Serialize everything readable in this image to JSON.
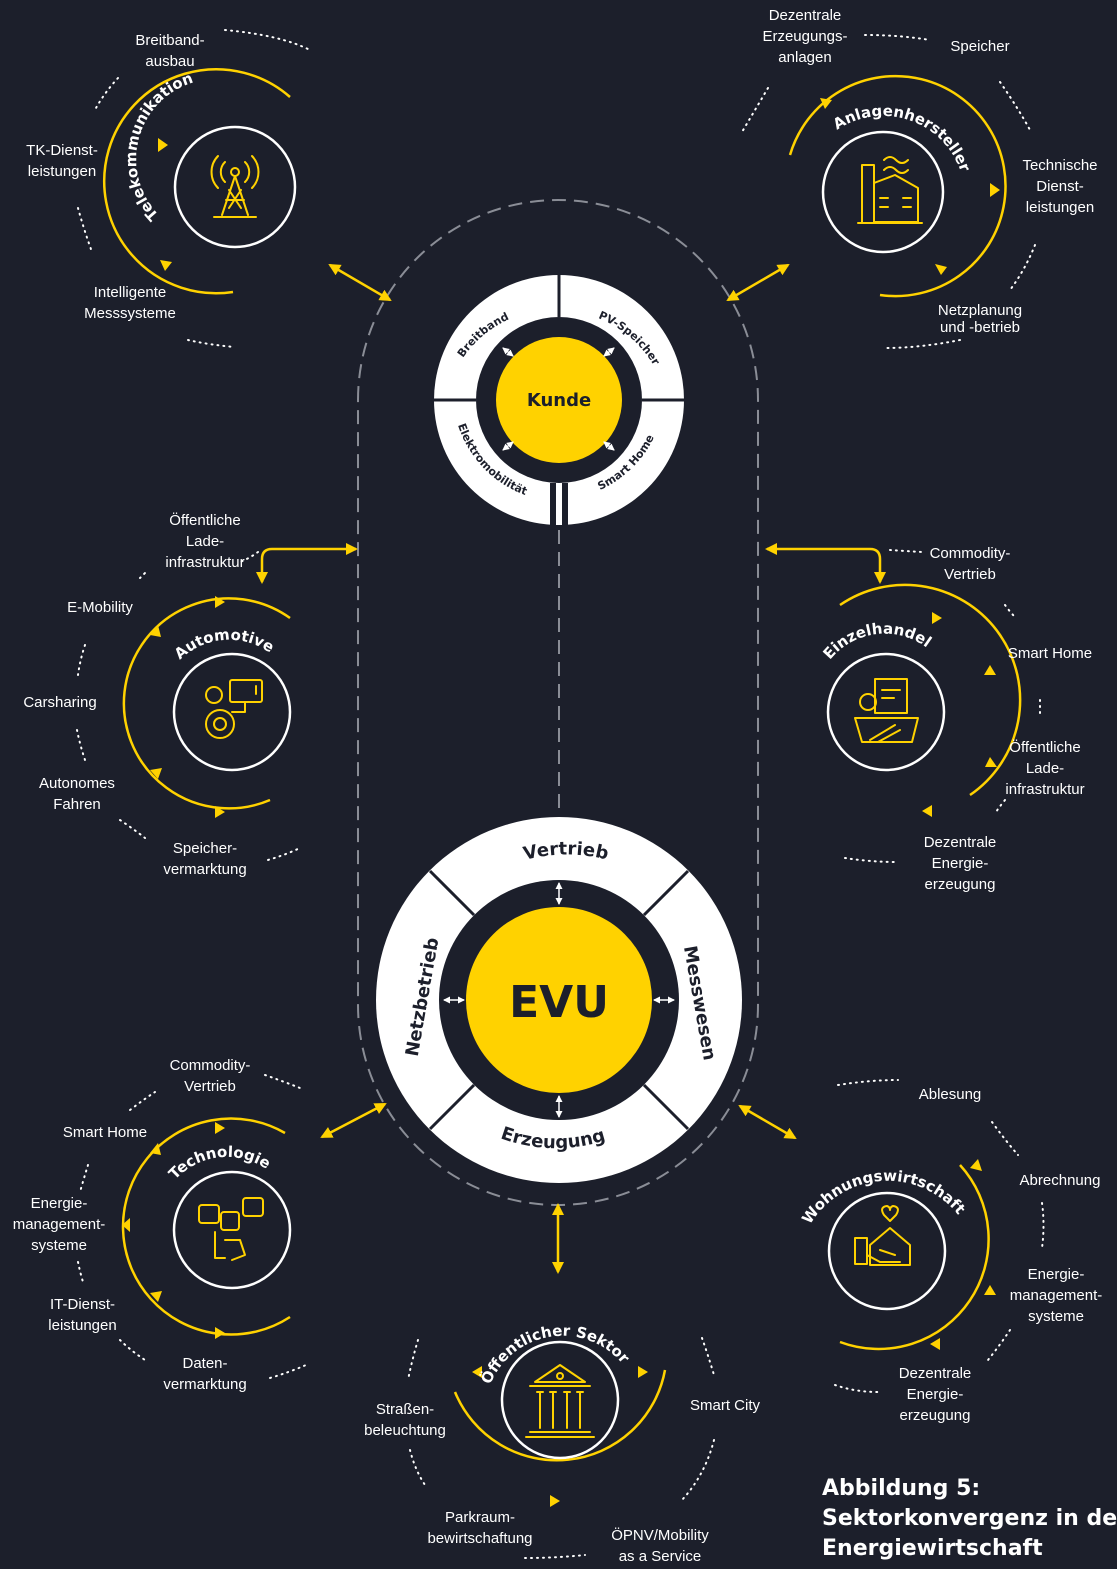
{
  "colors": {
    "background": "#1c1f2b",
    "accent": "#ffd200",
    "white": "#ffffff",
    "dash": "#8a8d96"
  },
  "center": {
    "evu": {
      "label": "EVU",
      "segments": {
        "top": "Vertrieb",
        "right": "Messwesen",
        "bottom": "Erzeugung",
        "left": "Netzbetrieb"
      }
    },
    "kunde": {
      "label": "Kunde",
      "segments": {
        "top_left": "Breitband",
        "top_right": "PV-Speicher",
        "bottom_left": "Elektromobilität",
        "bottom_right": "Smart Home"
      }
    }
  },
  "sectors": [
    {
      "id": "telekommunikation",
      "title": "Telekommunikation",
      "icon": "antenna-tower-icon",
      "items": [
        "Breitband-\nausbau",
        "TK-Dienst-\nleistungen",
        "Intelligente\nMesssysteme"
      ]
    },
    {
      "id": "anlagenhersteller",
      "title": "Anlagenhersteller",
      "icon": "factory-icon",
      "items": [
        "Dezentrale\nErzeugungs-\nanlagen",
        "Speicher",
        "Technische\nDienst-\nleistungen",
        "Netzplanung\nund -betrieb"
      ]
    },
    {
      "id": "automotive",
      "title": "Automotive",
      "icon": "engine-gears-icon",
      "items": [
        "Öffentliche\nLade-\ninfrastruktur",
        "E-Mobility",
        "Carsharing",
        "Autonomes\nFahren",
        "Speicher-\nvermarktung"
      ]
    },
    {
      "id": "einzelhandel",
      "title": "Einzelhandel",
      "icon": "shopping-basket-icon",
      "items": [
        "Commodity-\nVertrieb",
        "Smart Home",
        "Öffentliche\nLade-\ninfrastruktur",
        "Dezentrale\nEnergie-\nerzeugung"
      ]
    },
    {
      "id": "technologie",
      "title": "Technologie",
      "icon": "smartphone-social-icon",
      "items": [
        "Commodity-\nVertrieb",
        "Smart Home",
        "Energie-\nmanagement-\nsysteme",
        "IT-Dienst-\nleistungen",
        "Daten-\nvermarktung"
      ]
    },
    {
      "id": "wohnungswirtschaft",
      "title": "Wohnungswirtschaft",
      "icon": "house-hand-icon",
      "items": [
        "Ablesung",
        "Abrechnung",
        "Energie-\nmanagement-\nsysteme",
        "Dezentrale\nEnergie-\nerzeugung"
      ]
    },
    {
      "id": "oeffentlicher-sektor",
      "title": "Öffentlicher Sektor",
      "icon": "government-building-icon",
      "items": [
        "Straßen-\nbeleuchtung",
        "Smart City",
        "Parkraum-\nbewirtschaftung",
        "ÖPNV/Mobility\nas a Service"
      ]
    }
  ],
  "caption": {
    "line1": "Abbildung 5:",
    "line2": "Sektorkonvergenz in der",
    "line3": "Energiewirtschaft"
  }
}
